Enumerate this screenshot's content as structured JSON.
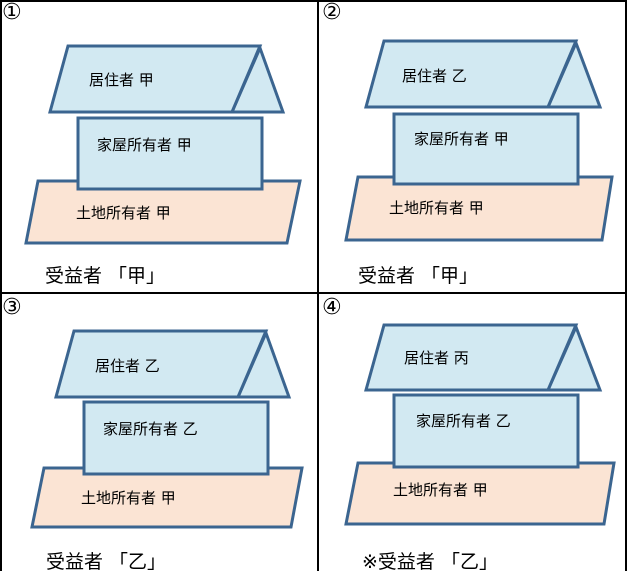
{
  "colors": {
    "roof_fill": "#d2e9f2",
    "wall_fill": "#d2e9f2",
    "land_fill": "#fbe4d4",
    "outline": "#3b6590",
    "grid": "#000000"
  },
  "panels": [
    {
      "number": "①",
      "resident": "居住者 甲",
      "house_owner": "家屋所有者 甲",
      "land_owner": "土地所有者 甲",
      "beneficiary": "受益者 「甲」"
    },
    {
      "number": "②",
      "resident": "居住者 乙",
      "house_owner": "家屋所有者 甲",
      "land_owner": "土地所有者 甲",
      "beneficiary": "受益者 「甲」"
    },
    {
      "number": "③",
      "resident": "居住者 乙",
      "house_owner": "家屋所有者 乙",
      "land_owner": "土地所有者 甲",
      "beneficiary": "受益者 「乙」"
    },
    {
      "number": "④",
      "resident": "居住者 丙",
      "house_owner": "家屋所有者 乙",
      "land_owner": "土地所有者 甲",
      "beneficiary": "※受益者 「乙」"
    }
  ]
}
